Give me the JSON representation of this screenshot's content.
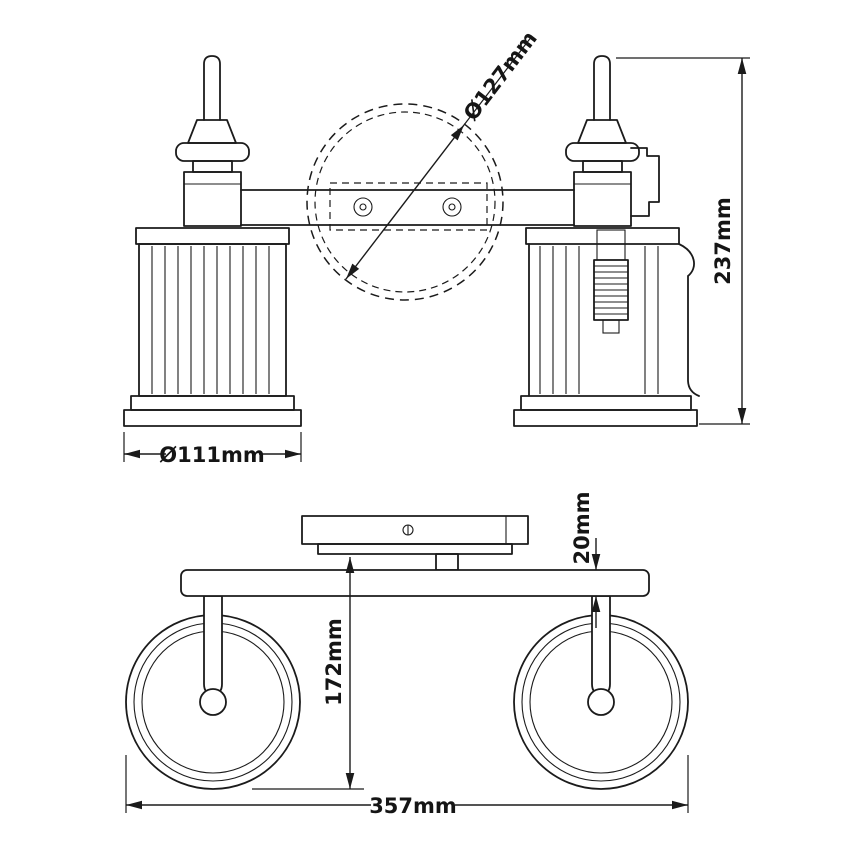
{
  "drawing": {
    "front": {
      "backplate_diameter": "Ø127mm",
      "height": "237mm",
      "shade_diameter": "Ø111mm"
    },
    "plan": {
      "projection": "172mm",
      "bar_depth": "20mm",
      "width": "357mm"
    },
    "colors": {
      "line": "#1b1b1b",
      "background": "#ffffff"
    }
  }
}
